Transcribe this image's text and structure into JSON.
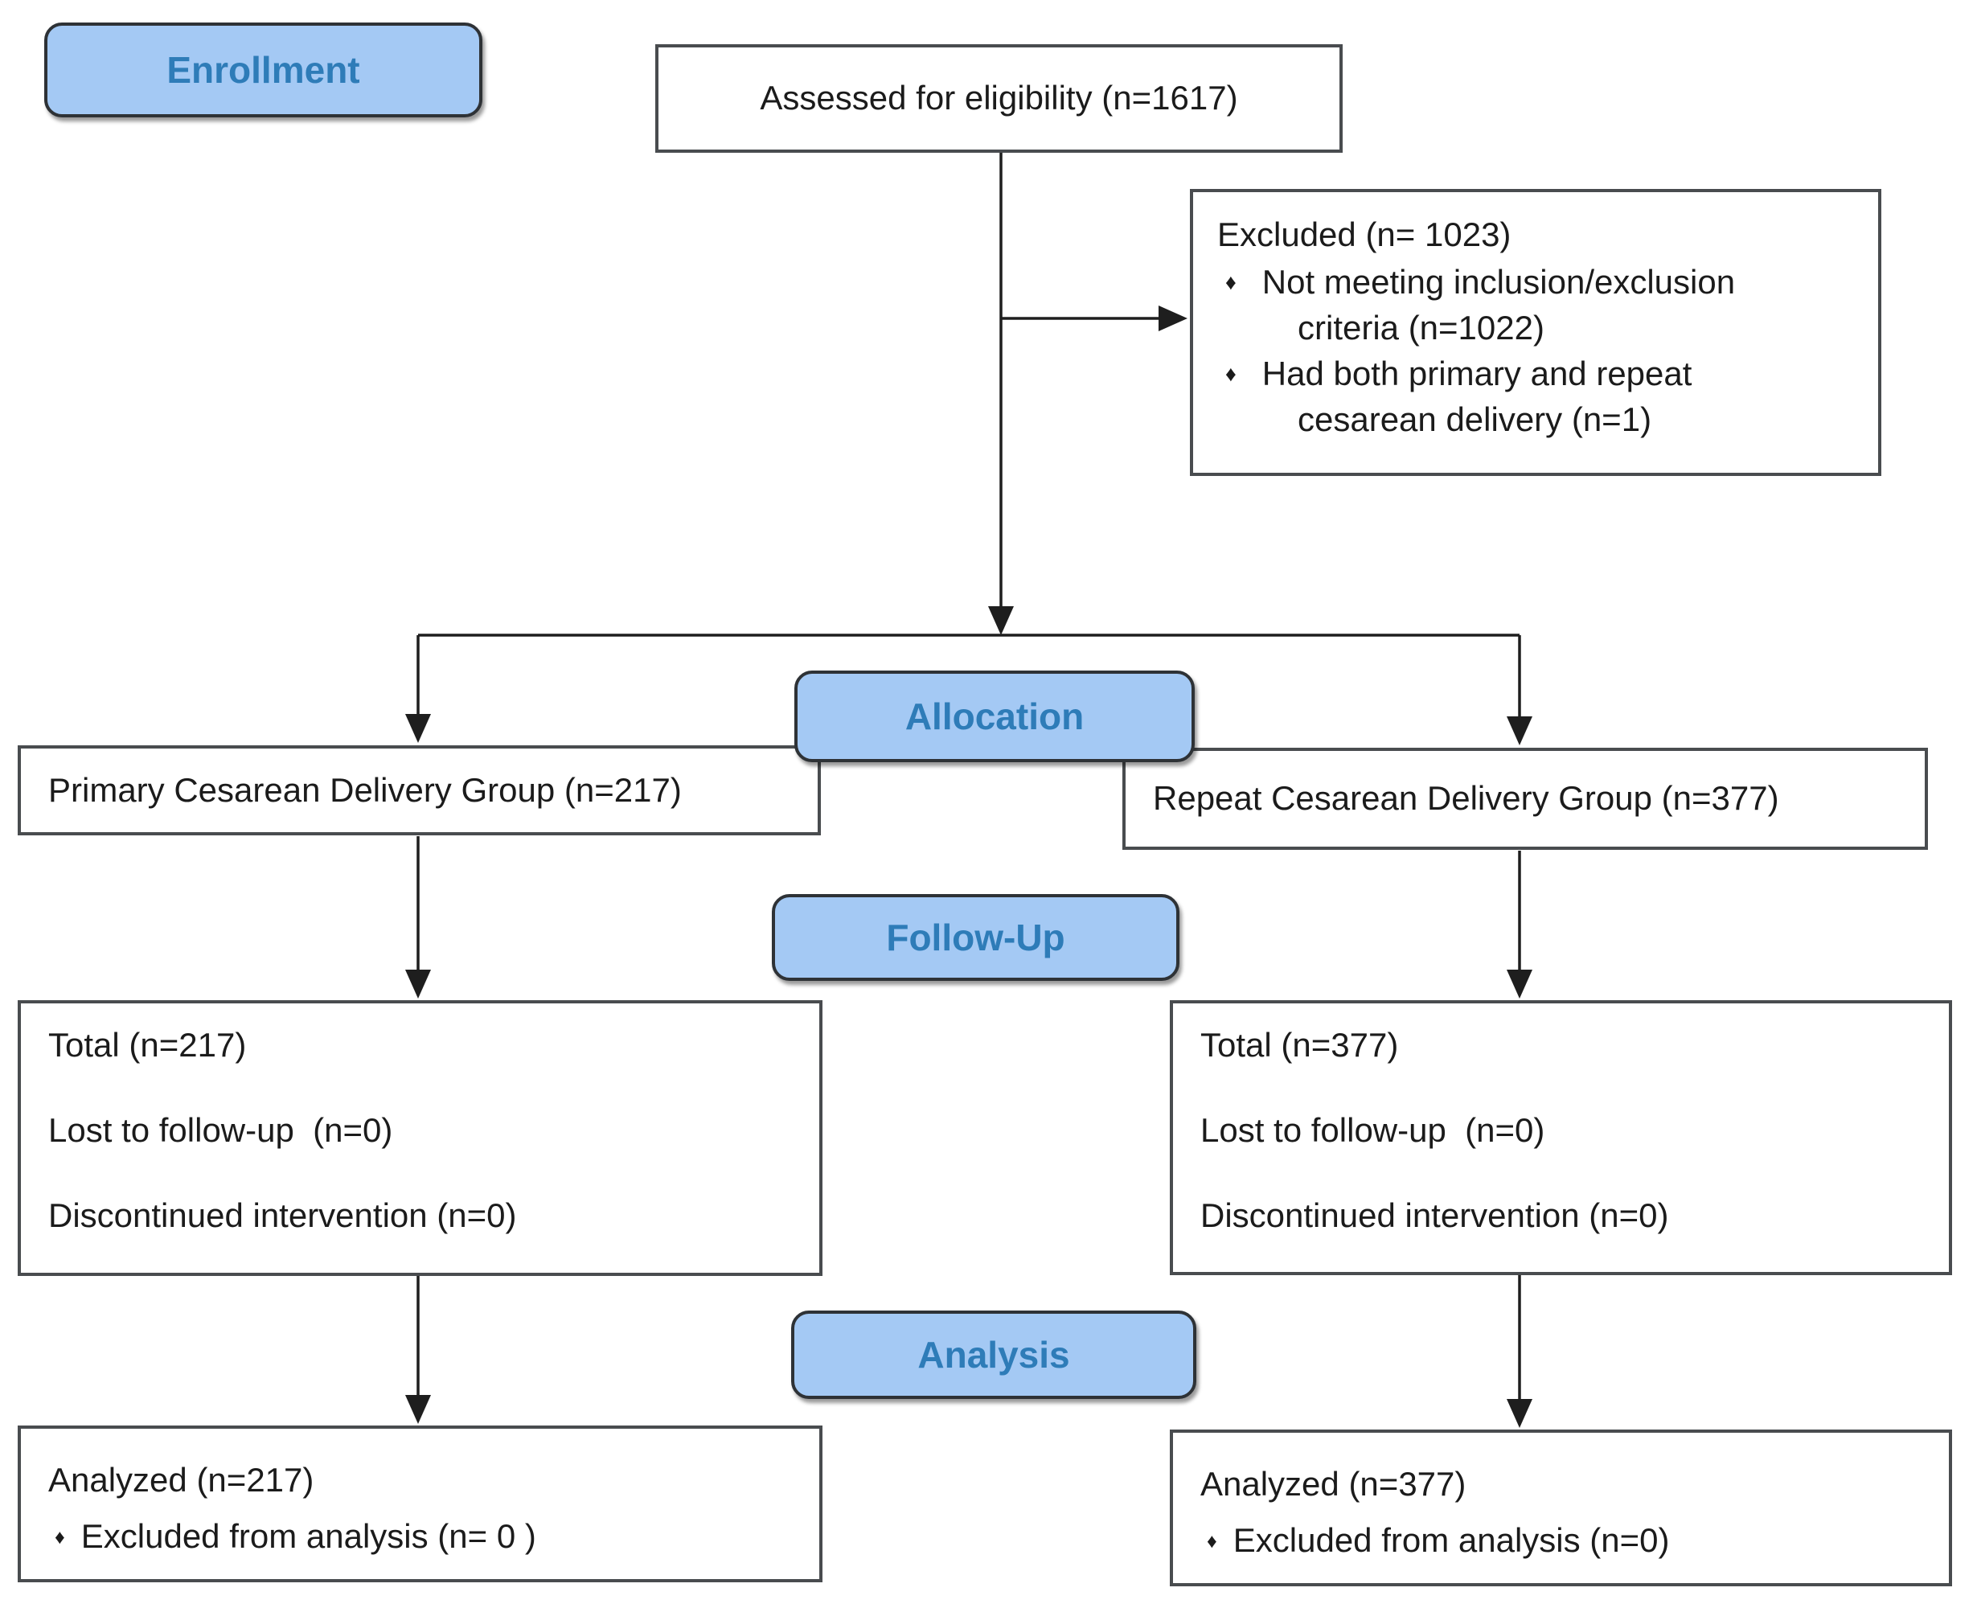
{
  "diagram": {
    "type": "CONSORT participant flow diagram",
    "stages": {
      "enrollment": "Enrollment",
      "allocation": "Allocation",
      "follow_up": "Follow-Up",
      "analysis": "Analysis"
    },
    "assessed": {
      "text": "Assessed for eligibility (n=1617)"
    },
    "excluded": {
      "title": "Excluded (n= 1023)",
      "bullets": [
        "Not meeting inclusion/exclusion criteria (n=1022)",
        "Had both primary and repeat cesarean delivery (n=1)"
      ]
    },
    "allocation_left": {
      "text": "Primary Cesarean Delivery Group (n=217)"
    },
    "allocation_right": {
      "text": "Repeat Cesarean Delivery Group (n=377)"
    },
    "follow_up_left": {
      "lines": [
        "Total (n=217)",
        "Lost to follow-up  (n=0)",
        "Discontinued intervention (n=0)"
      ]
    },
    "follow_up_right": {
      "lines": [
        "Total (n=377)",
        "Lost to follow-up  (n=0)",
        "Discontinued intervention (n=0)"
      ]
    },
    "analysis_left": {
      "title": "Analyzed (n=217)",
      "bullets": [
        "Excluded from analysis (n= 0 )"
      ]
    },
    "analysis_right": {
      "title": "Analyzed (n=377)",
      "bullets": [
        "Excluded from analysis (n=0)"
      ]
    },
    "colors": {
      "stage_fill": "#a4c9f4",
      "stage_text": "#2e7cb8",
      "box_border": "#494c4f",
      "line": "#1e1e1e"
    },
    "bullet_glyph": "♦"
  }
}
